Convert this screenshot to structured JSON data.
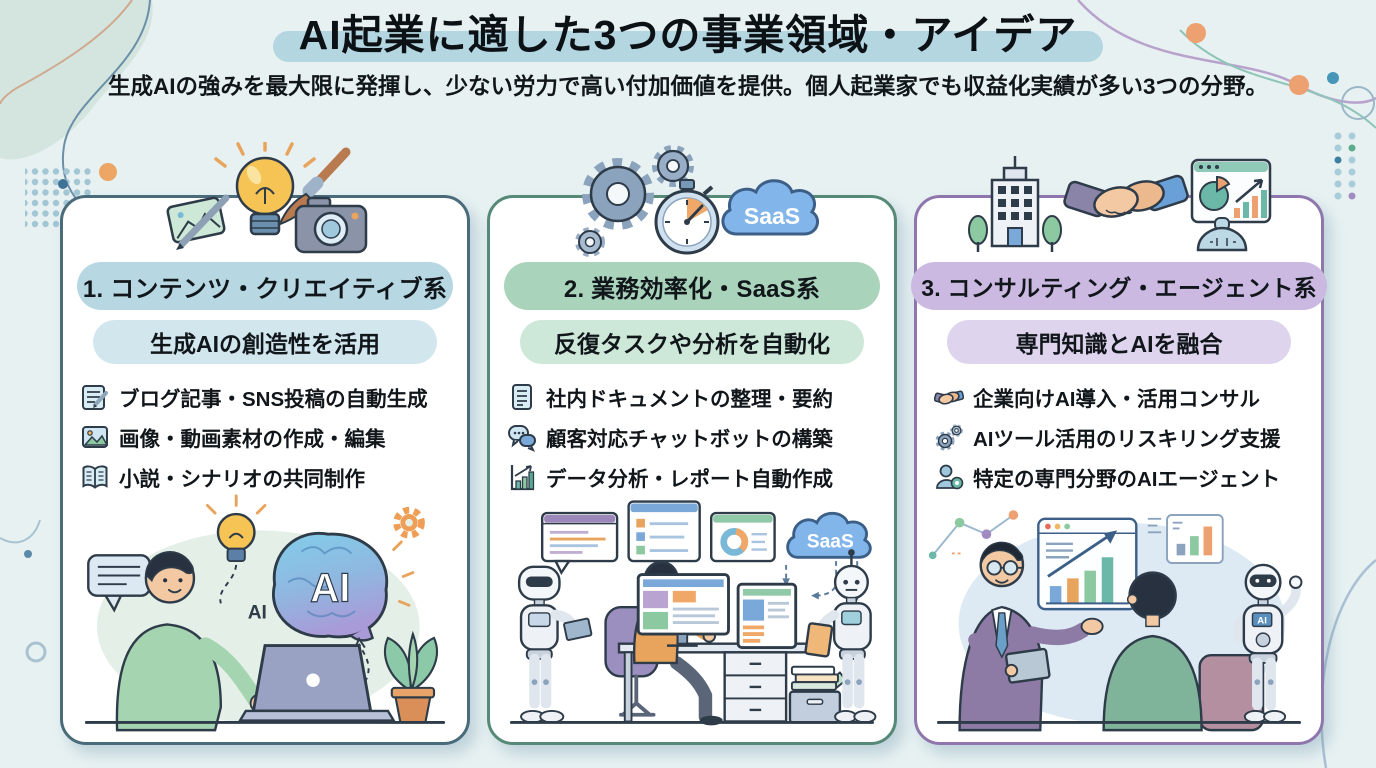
{
  "page": {
    "title": "AI起業に適した3つの事業領域・アイデア",
    "subtitle": "生成AIの強みを最大限に発揮し、少ない労力で高い付加価値を提供。個人起業家でも収益化実績が多い3つの分野。",
    "background": "#e7f1f2",
    "title_highlight": "#b4d6e1"
  },
  "labels": {
    "saas_cloud": "SaaS",
    "saas_cloud2": "SaaS",
    "ai_brain": "AI",
    "ai_small": "AI",
    "ai_robot_chest": "AI"
  },
  "cards": [
    {
      "title": "1. コンテンツ・クリエイティブ系",
      "subtitle": "生成AIの創造性を活用",
      "accent_border": "#4a6b7a",
      "pill_color": "#b7d8e2",
      "subpill_color": "#d2e6ee",
      "top_icons": [
        "photo-pen-icon",
        "lightbulb-icon",
        "paintbrush-icon",
        "camera-icon"
      ],
      "items": [
        {
          "icon": "memo-pencil-icon",
          "text": "ブログ記事・SNS投稿の自動生成"
        },
        {
          "icon": "image-icon",
          "text": "画像・動画素材の作成・編集"
        },
        {
          "icon": "open-book-icon",
          "text": "小説・シナリオの共同制作"
        }
      ],
      "illustration": "creator-with-laptop-and-ai-brain"
    },
    {
      "title": "2. 業務効率化・SaaS系",
      "subtitle": "反復タスクや分析を自動化",
      "accent_border": "#568a77",
      "pill_color": "#a9d4bb",
      "subpill_color": "#cde8d8",
      "top_icons": [
        "gears-icon",
        "stopwatch-icon",
        "saas-cloud-icon"
      ],
      "items": [
        {
          "icon": "document-icon",
          "text": "社内ドキュメントの整理・要約"
        },
        {
          "icon": "chat-bubbles-icon",
          "text": "顧客対応チャットボットの構築"
        },
        {
          "icon": "bar-chart-icon",
          "text": "データ分析・レポート自動作成"
        }
      ],
      "illustration": "office-automation-with-robots"
    },
    {
      "title": "3. コンサルティング・エージェント系",
      "subtitle": "専門知識とAIを融合",
      "accent_border": "#8f77ad",
      "pill_color": "#cbb9e2",
      "subpill_color": "#ded4ee",
      "top_icons": [
        "office-building-icon",
        "handshake-icon",
        "dashboard-icon"
      ],
      "items": [
        {
          "icon": "handshake-icon",
          "text": "企業向けAI導入・活用コンサル"
        },
        {
          "icon": "gears-icon",
          "text": "AIツール活用のリスキリング支援"
        },
        {
          "icon": "person-agent-icon",
          "text": "特定の専門分野のAIエージェント"
        }
      ],
      "illustration": "consultant-client-and-robot"
    }
  ]
}
